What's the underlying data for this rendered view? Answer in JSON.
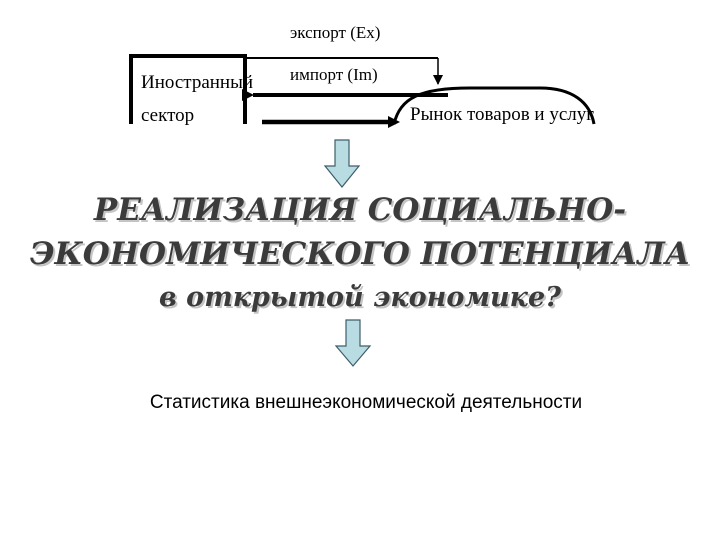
{
  "colors": {
    "arrow_fill": "#b9dce3",
    "arrow_stroke": "#3e5d6b",
    "title_color": "#3b3b3b",
    "title_shadow": "#c4c4c4",
    "line": "#000000"
  },
  "diagram": {
    "foreign_sector_label_1": "Иностранный",
    "foreign_sector_label_2": "сектор",
    "export_label": "экспорт (Ex)",
    "import_label": "импорт (Im)",
    "market_label": "Рынок товаров и услуг"
  },
  "title": {
    "line1": "РЕАЛИЗАЦИЯ СОЦИАЛЬНО-",
    "line2": "ЭКОНОМИЧЕСКОГО ПОТЕНЦИАЛА",
    "line3": "в открытой экономике?"
  },
  "caption": "Статистика внешнеэкономической деятельности"
}
